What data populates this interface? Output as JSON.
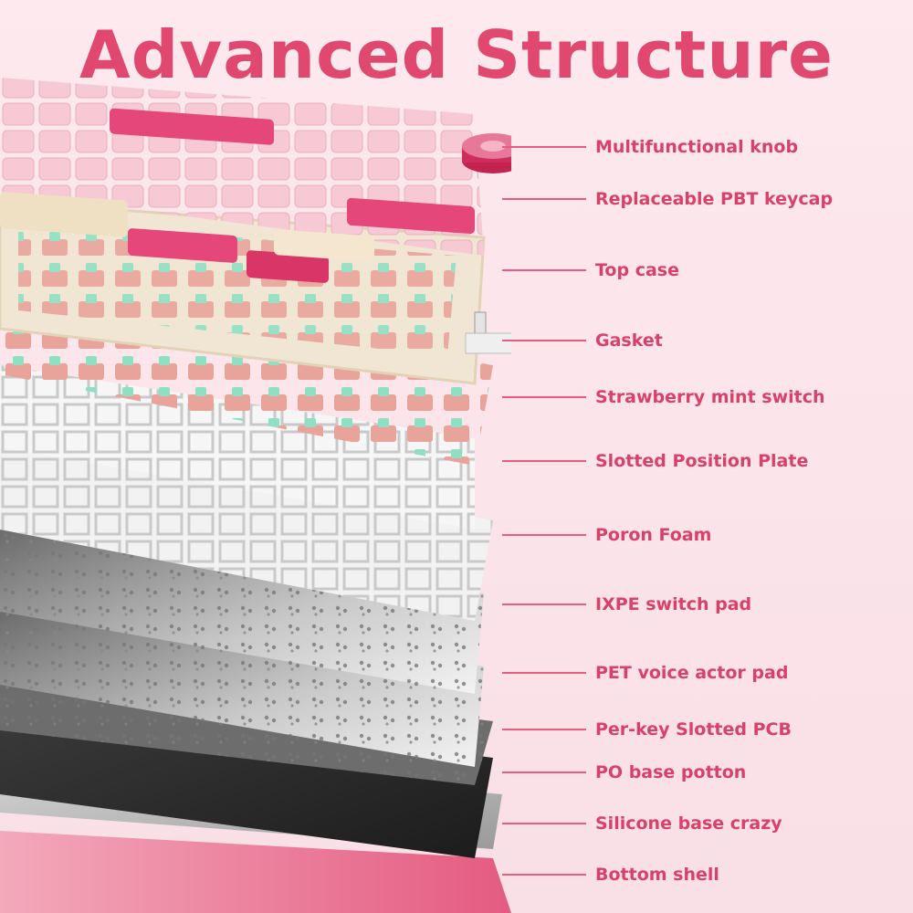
{
  "title": "Advanced Structure",
  "colors": {
    "accent": "#e0486f",
    "background": "#fde9ee"
  },
  "parts": [
    "Multifunctional knob",
    "Replaceable PBT keycap",
    "Top case",
    "Gasket",
    "Strawberry mint switch",
    "Slotted Position Plate",
    "Poron Foam",
    "IXPE switch pad",
    "PET voice actor pad",
    "Per-key Slotted PCB",
    "PO base potton",
    "Silicone base crazy",
    "Bottom shell"
  ]
}
